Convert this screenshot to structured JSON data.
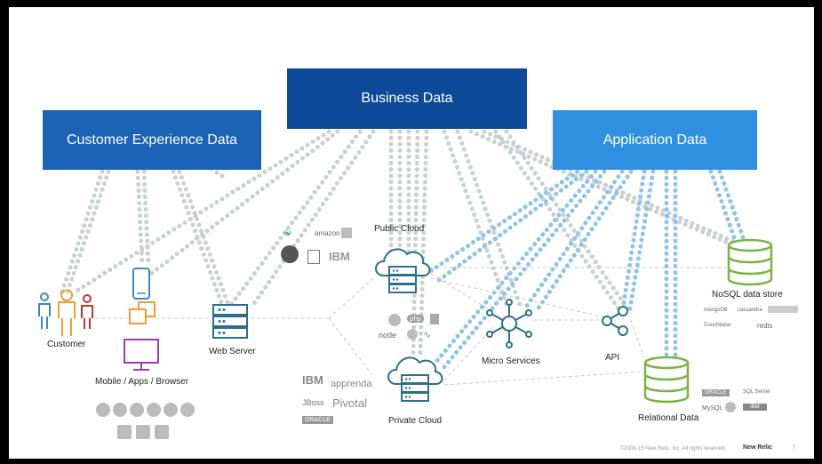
{
  "headers": {
    "customer_experience": "Customer Experience Data",
    "business": "Business Data",
    "application": "Application Data"
  },
  "nodes": {
    "customer": "Customer",
    "mobile": "Mobile / Apps / Browser",
    "web_server": "Web Server",
    "public_cloud": "Public Cloud",
    "private_cloud": "Private Cloud",
    "micro_services": "Micro Services",
    "api": "API",
    "nosql": "NoSQL data store",
    "relational": "Relational Data"
  },
  "logos": {
    "public_cloud_vendors": [
      "amazon",
      "IBM"
    ],
    "runtimes": [
      "php",
      "node"
    ],
    "private_cloud_vendors": [
      "IBM",
      "apprenda",
      "JBoss",
      "Pivotal",
      "ORACLE"
    ],
    "nosql_vendors": [
      "mongoDB",
      "cassandra",
      "Couchbase",
      "redis"
    ],
    "relational_vendors": [
      "ORACLE",
      "SQL Server",
      "MySQL",
      "IBM"
    ]
  },
  "footer": {
    "copyright": "©2008-15 New Relic, Inc. All rights reserved.",
    "brand": "New Relic",
    "page": "7"
  },
  "colors": {
    "header_cx": "#1a63b5",
    "header_business": "#0e4a9a",
    "header_app": "#2f8fe0",
    "icon_stroke": "#2b6f8c",
    "database_green": "#7cb342",
    "dots_gray": "#c9d1d1",
    "dots_blue": "#8fc4e8"
  }
}
